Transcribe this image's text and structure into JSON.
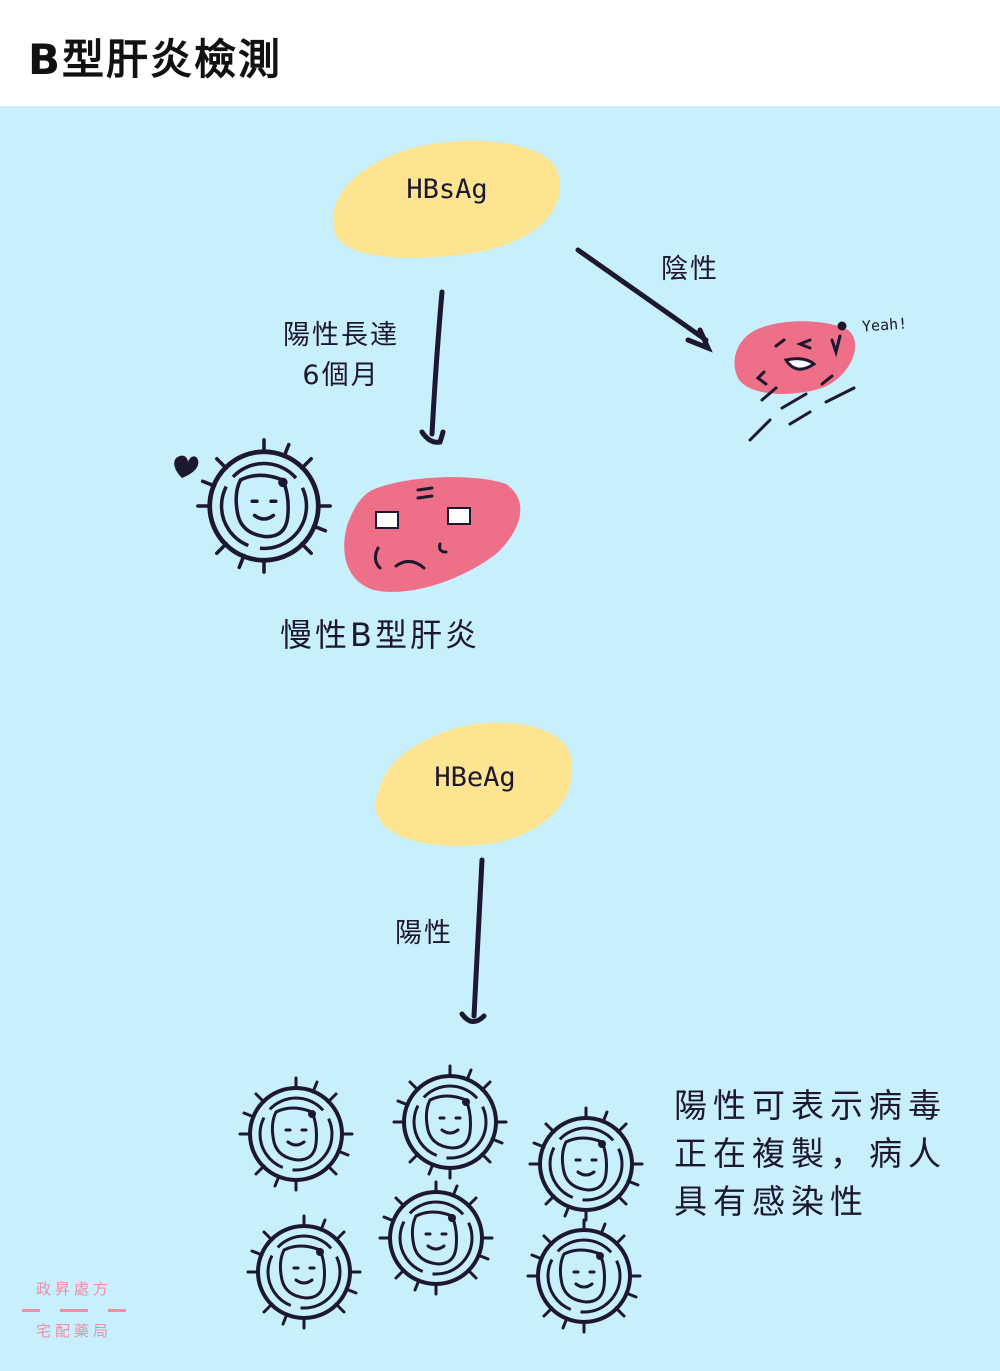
{
  "header": {
    "title": "B型肝炎檢測"
  },
  "diagram": {
    "hbsag": {
      "label": "HBsAg"
    },
    "hbeag": {
      "label": "HBeAg"
    },
    "negative_label": "陰性",
    "positive_six_months": [
      "陽性長達",
      "6個月"
    ],
    "yeah": "Yeah!",
    "chronic_label": "慢性B型肝炎",
    "positive_label": "陽性",
    "info_text": "陽性可表示病毒正在複製，病人具有感染性"
  },
  "brand": {
    "line1": "政昇處方",
    "line2": "宅配藥局"
  },
  "colors": {
    "background": "#c8effc",
    "blob_yellow": "#fde491",
    "liver_pink": "#ee6f88",
    "ink": "#1d1730",
    "brand_pink": "#f08fa6"
  }
}
